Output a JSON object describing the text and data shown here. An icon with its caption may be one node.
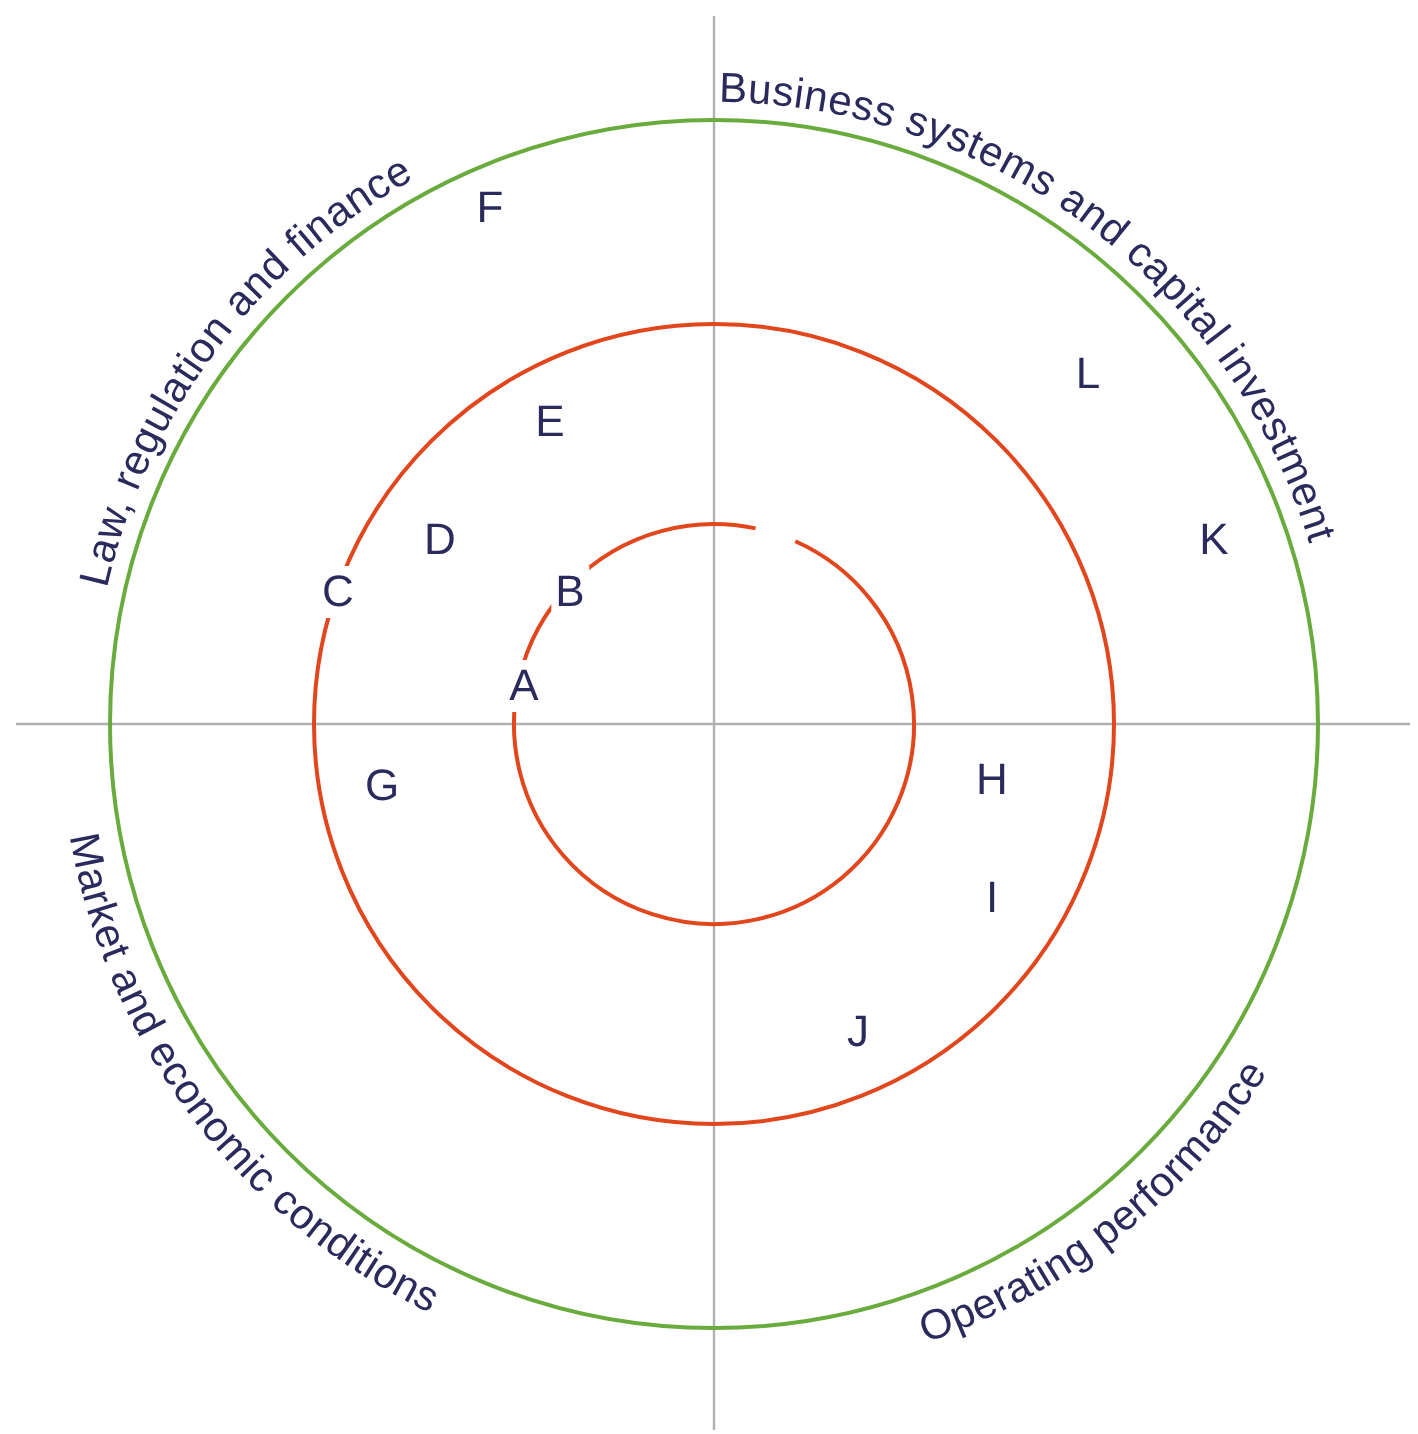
{
  "diagram": {
    "labels": [
      "Law, regulation and finance",
      "Business systems and capital investment",
      "F",
      "L",
      "E",
      "D",
      "K",
      "C",
      "B",
      "A",
      "G",
      "H",
      "I",
      "J",
      "Operating performance",
      "Market and economic conditions"
    ]
  }
}
